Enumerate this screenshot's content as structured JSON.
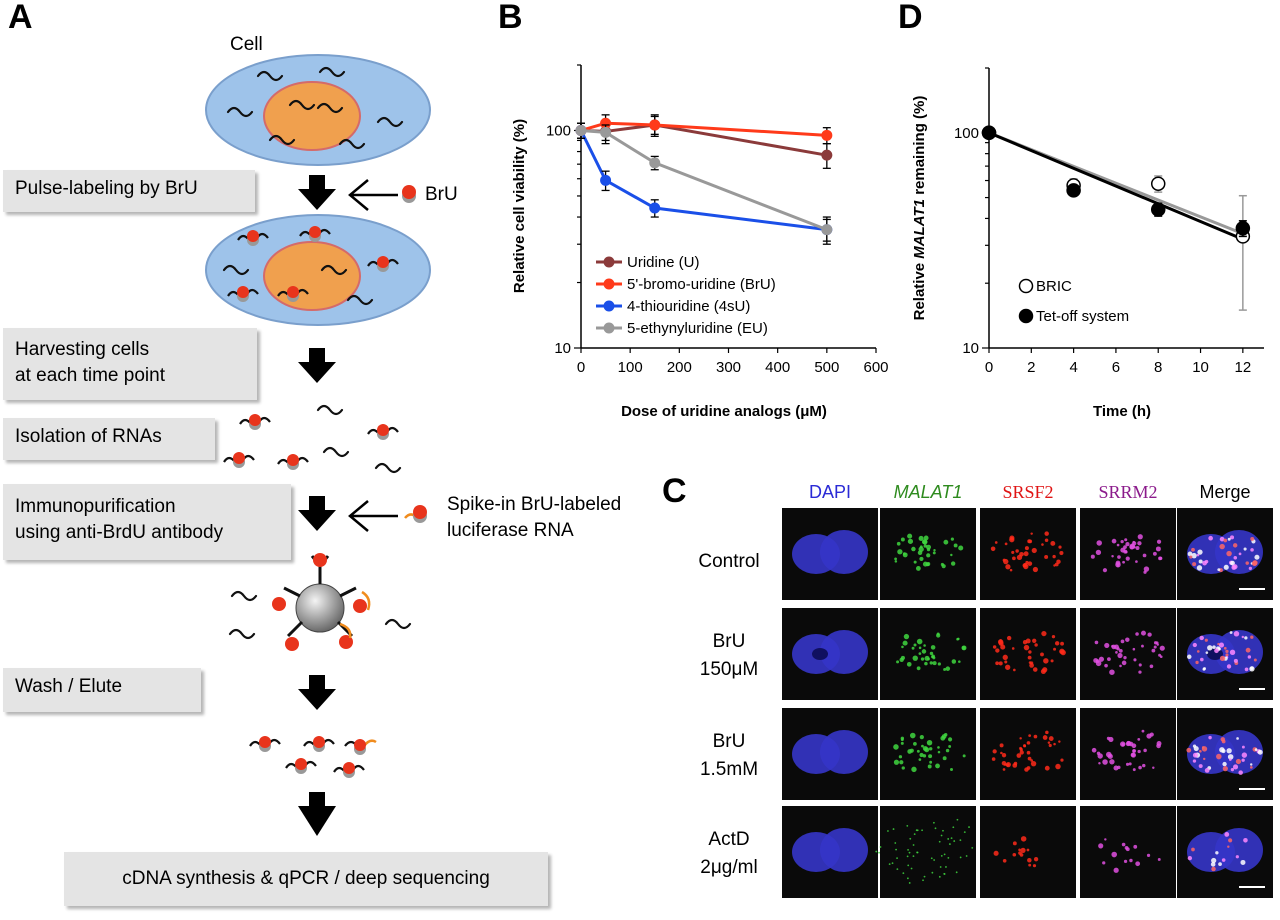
{
  "panels": {
    "a": "A",
    "b": "B",
    "c": "C",
    "d": "D"
  },
  "schematic": {
    "cell_label": "Cell",
    "bru_label": "BrU",
    "steps": [
      "Pulse-labeling by BrU",
      "Harvesting cells\nat each time point",
      "Isolation of RNAs",
      "Immunopurification\nusing anti-BrdU antibody",
      "Wash / Elute",
      "cDNA synthesis & qPCR / deep sequencing"
    ],
    "spike_in_label": "Spike-in BrU-labeled\nluciferase RNA",
    "colors": {
      "cell": "#9ec3ea",
      "nucleus": "#f0a04e",
      "bru": "#e8341c",
      "spike": "#f08c1e",
      "arrow": "#000000"
    }
  },
  "chart_data": [
    {
      "panel": "B",
      "type": "line",
      "xlabel": "Dose of uridine analogs (μM)",
      "ylabel": "Relative cell viability (%)",
      "xlim": [
        0,
        600
      ],
      "ylim": [
        10,
        200
      ],
      "yscale": "log",
      "xticks": [
        0,
        100,
        200,
        300,
        400,
        500,
        600
      ],
      "yticks": [
        10,
        100
      ],
      "legend_position": "bottom-left",
      "series": [
        {
          "name": "Uridine (U)",
          "color": "#8b3a3a",
          "x": [
            0,
            50,
            150,
            500
          ],
          "y": [
            100,
            99,
            106,
            77
          ],
          "err": [
            8,
            12,
            12,
            10
          ]
        },
        {
          "name": "5'-bromo-uridine (BrU)",
          "color": "#ff3a1a",
          "x": [
            0,
            50,
            150,
            500
          ],
          "y": [
            100,
            108,
            106,
            95
          ],
          "err": [
            8,
            10,
            10,
            8
          ]
        },
        {
          "name": "4-thiouridine (4sU)",
          "color": "#1a4fe8",
          "x": [
            0,
            50,
            150,
            500
          ],
          "y": [
            100,
            59,
            44,
            35
          ],
          "err": [
            8,
            6,
            4,
            4
          ]
        },
        {
          "name": "5-ethynyluridine (EU)",
          "color": "#999999",
          "x": [
            0,
            50,
            150,
            500
          ],
          "y": [
            100,
            98,
            71,
            35
          ],
          "err": [
            8,
            8,
            5,
            5
          ]
        }
      ]
    },
    {
      "panel": "D",
      "type": "scatter",
      "xlabel": "Time (h)",
      "ylabel_prefix": "Relative",
      "ylabel_italic": "MALAT1",
      "ylabel_suffix": "remaining (%)",
      "xlim": [
        0,
        13
      ],
      "ylim": [
        10,
        200
      ],
      "yscale": "log",
      "xticks": [
        0,
        2,
        4,
        6,
        8,
        10,
        12
      ],
      "yticks": [
        10,
        100
      ],
      "legend_position": "bottom-left",
      "series": [
        {
          "name": "BRIC",
          "marker": "open-circle",
          "line_color": "#999999",
          "x": [
            0,
            4,
            8,
            12
          ],
          "y": [
            100,
            57,
            58,
            33
          ],
          "err": [
            0,
            4,
            5,
            18
          ],
          "fit": [
            [
              0,
              100
            ],
            [
              12,
              34
            ]
          ]
        },
        {
          "name": "Tet-off system",
          "marker": "filled-circle",
          "line_color": "#000000",
          "x": [
            0,
            4,
            8,
            12
          ],
          "y": [
            100,
            54,
            44,
            36
          ],
          "err": [
            0,
            3,
            3,
            3
          ],
          "fit": [
            [
              0,
              100
            ],
            [
              12,
              32
            ]
          ]
        }
      ]
    }
  ],
  "micrographs": {
    "columns": [
      {
        "label": "DAPI",
        "color": "#2b2bd6",
        "italic": false
      },
      {
        "label": "MALAT1",
        "color": "#2e8b1e",
        "italic": true
      },
      {
        "label": "SRSF2",
        "color": "#e01414",
        "italic": false
      },
      {
        "label": "SRRM2",
        "color": "#8b1a8b",
        "italic": false
      },
      {
        "label": "Merge",
        "color": "#000000",
        "italic": false
      }
    ],
    "rows": [
      {
        "label": "Control"
      },
      {
        "label": "BrU\n150μM"
      },
      {
        "label": "BrU\n1.5mM"
      },
      {
        "label": "ActD\n2μg/ml"
      }
    ]
  }
}
